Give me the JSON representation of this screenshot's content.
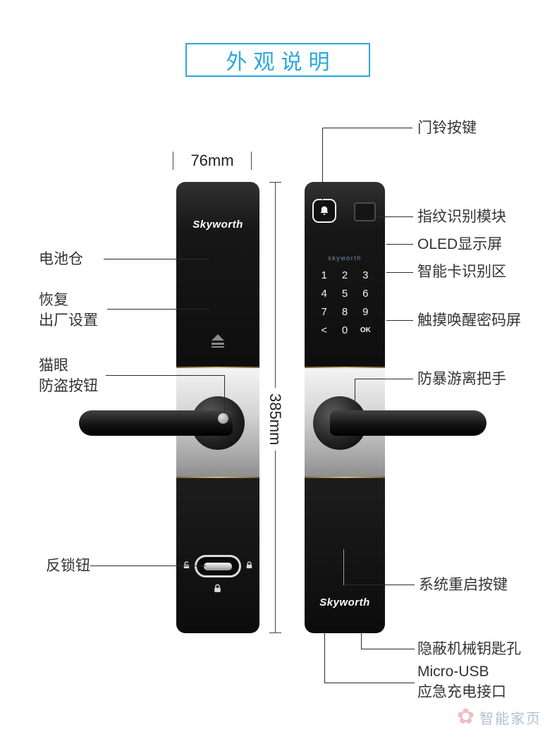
{
  "page": {
    "title": "外观说明"
  },
  "colors": {
    "accent": "#2aa7df",
    "trim_gold": "#d8b97f",
    "lock_body": "#111111"
  },
  "dimensions": {
    "width": "76mm",
    "height": "385mm"
  },
  "interior_lock": {
    "brand": "Skyworth"
  },
  "exterior_lock": {
    "brand_display": "skyworth",
    "brand": "Skyworth",
    "keypad": [
      "1",
      "2",
      "3",
      "4",
      "5",
      "6",
      "7",
      "8",
      "9",
      "<",
      "0",
      "OK"
    ]
  },
  "labels": {
    "battery": "电池仓",
    "factory_reset_line1": "恢复",
    "factory_reset_line2": "出厂设置",
    "peephole_line1": "猫眼",
    "peephole_line2": "防盗按钮",
    "deadbolt": "反锁钮",
    "doorbell": "门铃按键",
    "fingerprint": "指纹识别模块",
    "oled": "OLED显示屏",
    "smartcard": "智能卡识别区",
    "touch_wake": "触摸唤醒密码屏",
    "antiviolence_handle": "防暴游离把手",
    "system_restart": "系统重启按键",
    "hidden_keyhole": "隐蔽机械钥匙孔",
    "usb_line1": "Micro-USB",
    "usb_line2": "应急充电接口"
  },
  "watermark": {
    "icon": "✿",
    "text": "智能家页"
  }
}
